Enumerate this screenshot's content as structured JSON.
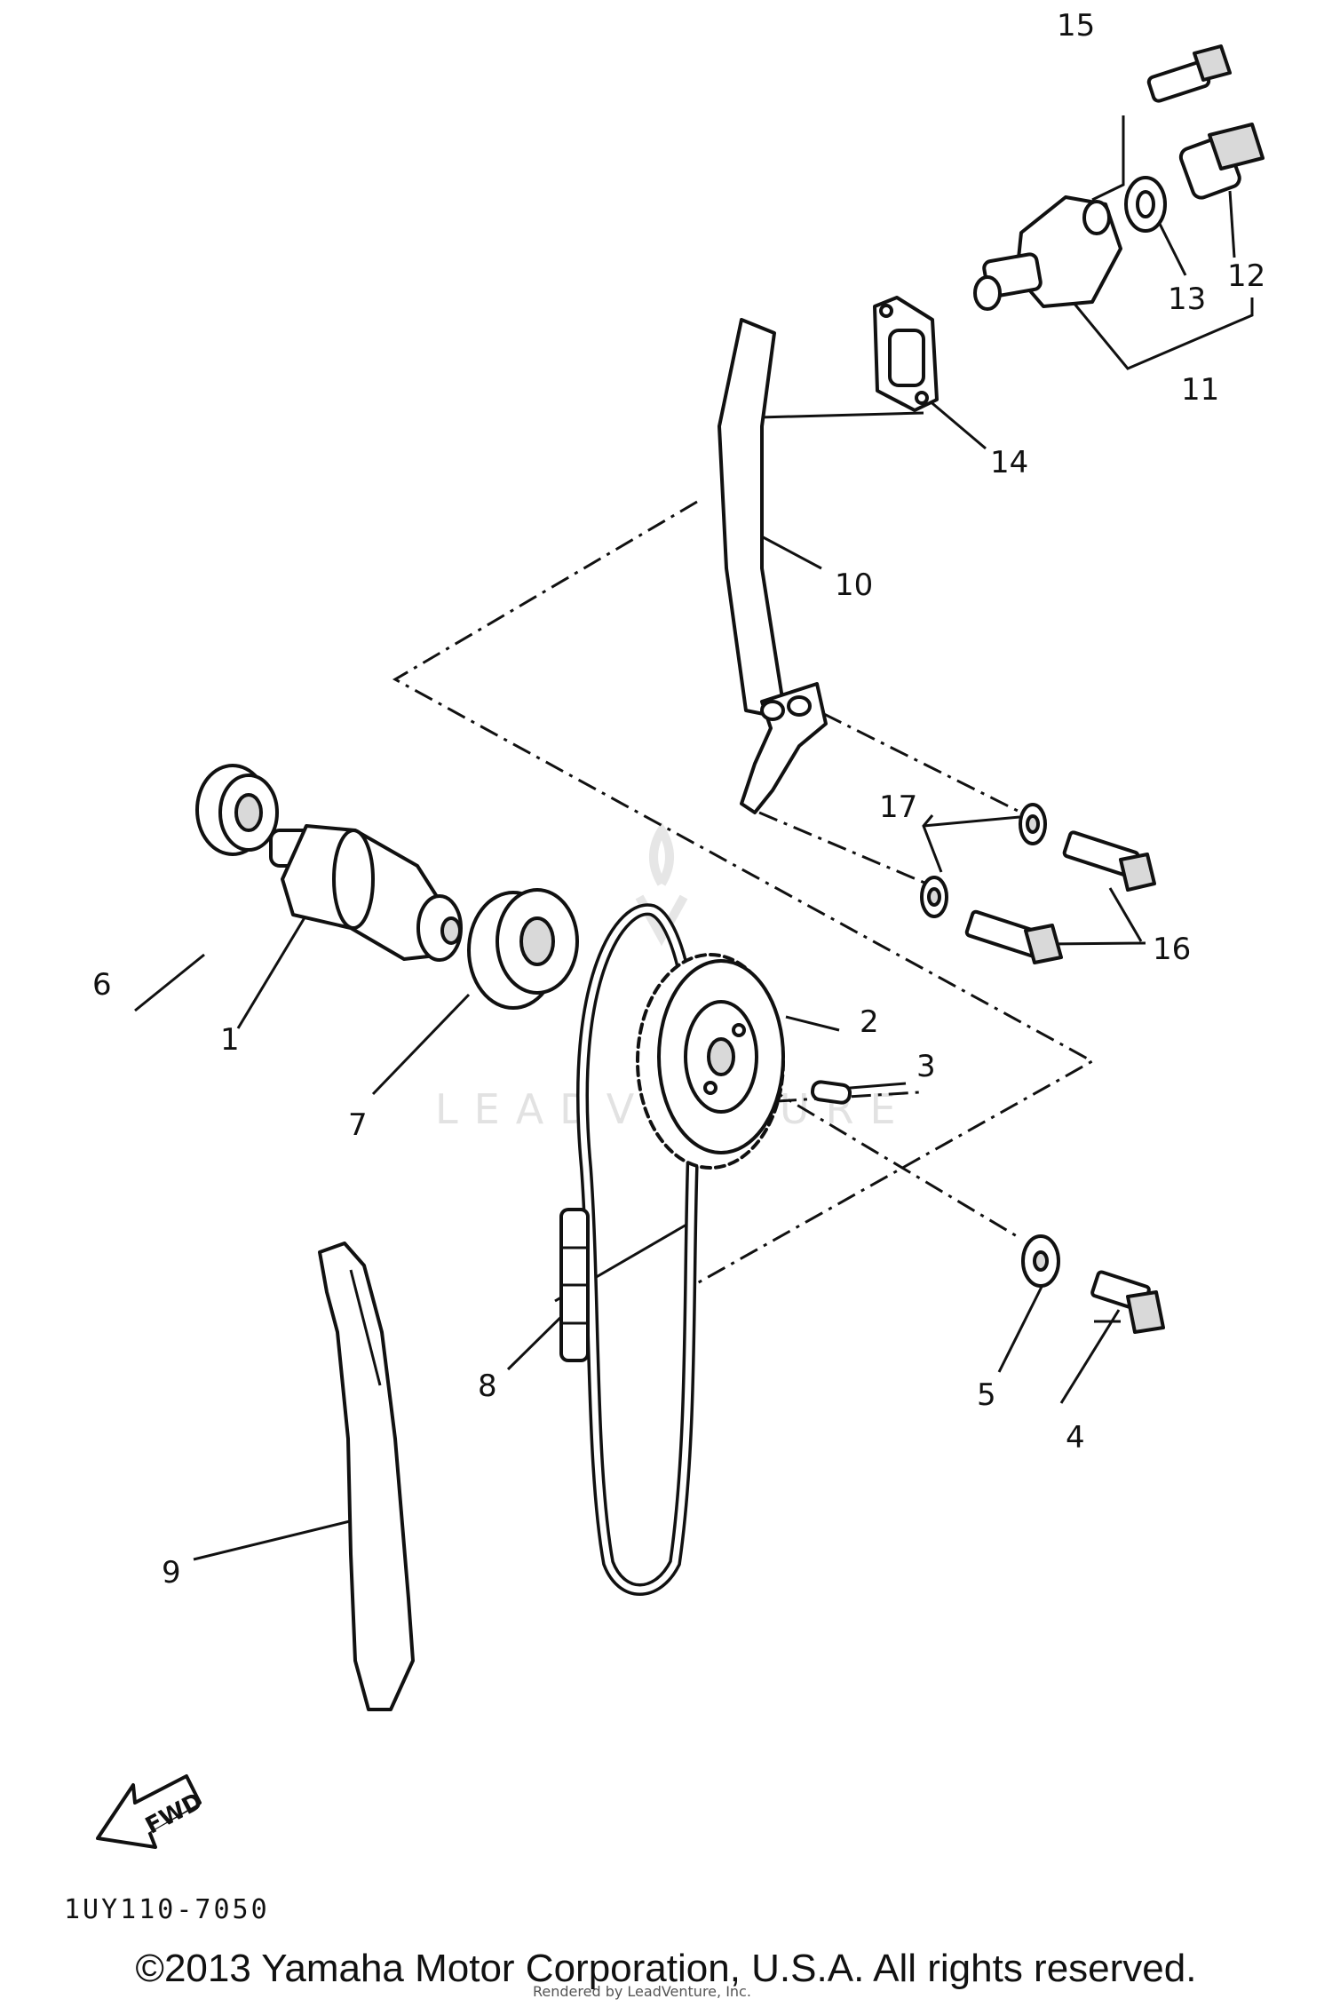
{
  "callouts": {
    "c1": "1",
    "c2": "2",
    "c3": "3",
    "c4": "4",
    "c5": "5",
    "c6": "6",
    "c7": "7",
    "c8": "8",
    "c9": "9",
    "c10": "10",
    "c11": "11",
    "c12": "12",
    "c13": "13",
    "c14": "14",
    "c15": "15",
    "c16": "16",
    "c17": "17"
  },
  "direction_label": "FWD",
  "diagram_code": "1UY110-7050",
  "watermark": "LEADVENTURE",
  "watermark_footer": "Rendered by LeadVenture, Inc.",
  "copyright": "©2013 Yamaha Motor Corporation, U.S.A. All rights reserved."
}
